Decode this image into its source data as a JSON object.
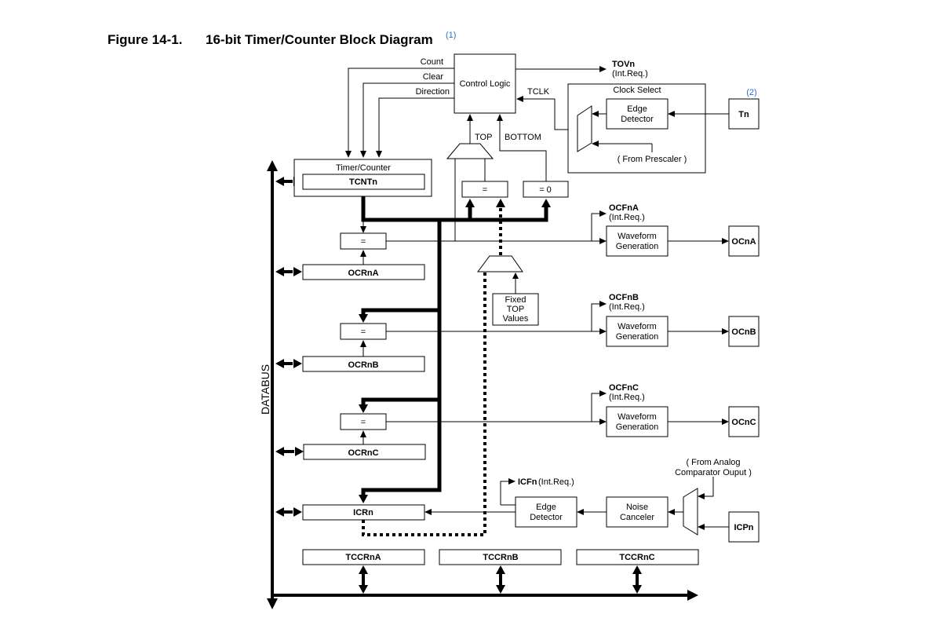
{
  "figure": {
    "label": "Figure 14-1.",
    "title": "16-bit Timer/Counter Block Diagram",
    "note_ref": "(1)"
  },
  "diagram": {
    "nodes": {
      "control_logic": "Control Logic",
      "count": "Count",
      "clear": "Clear",
      "direction": "Direction",
      "tovn": "TOVn",
      "tovn_sub": "(Int.Req.)",
      "tclk": "TCLK",
      "clock_select": "Clock Select",
      "edge_detector_top_1": "Edge",
      "edge_detector_top_2": "Detector",
      "from_prescaler": "( From Prescaler )",
      "tn": "Tn",
      "tn_note": "(2)",
      "top": "TOP",
      "bottom": "BOTTOM",
      "timer_counter": "Timer/Counter",
      "tcntn": "TCNTn",
      "eq": "=",
      "eq0": "= 0",
      "ocrna": "OCRnA",
      "ocrnb": "OCRnB",
      "ocrnc": "OCRnC",
      "icrn": "ICRn",
      "fixed_top_1": "Fixed",
      "fixed_top_2": "TOP",
      "fixed_top_3": "Values",
      "ocfna": "OCFnA",
      "ocfnb": "OCFnB",
      "ocfnc": "OCFnC",
      "intreq": "(Int.Req.)",
      "waveform_1": "Waveform",
      "waveform_2": "Generation",
      "ocna": "OCnA",
      "ocnb": "OCnB",
      "ocnc": "OCnC",
      "icfn": "ICFn",
      "icfn_sub": "(Int.Req.)",
      "edge_detector_bot_1": "Edge",
      "edge_detector_bot_2": "Detector",
      "noise_1": "Noise",
      "noise_2": "Canceler",
      "from_analog_1": "( From Analog",
      "from_analog_2": "Comparator Ouput )",
      "icpn": "ICPn",
      "tccrna": "TCCRnA",
      "tccrnb": "TCCRnB",
      "tccrnc": "TCCRnC",
      "databus": "DATABUS"
    }
  }
}
